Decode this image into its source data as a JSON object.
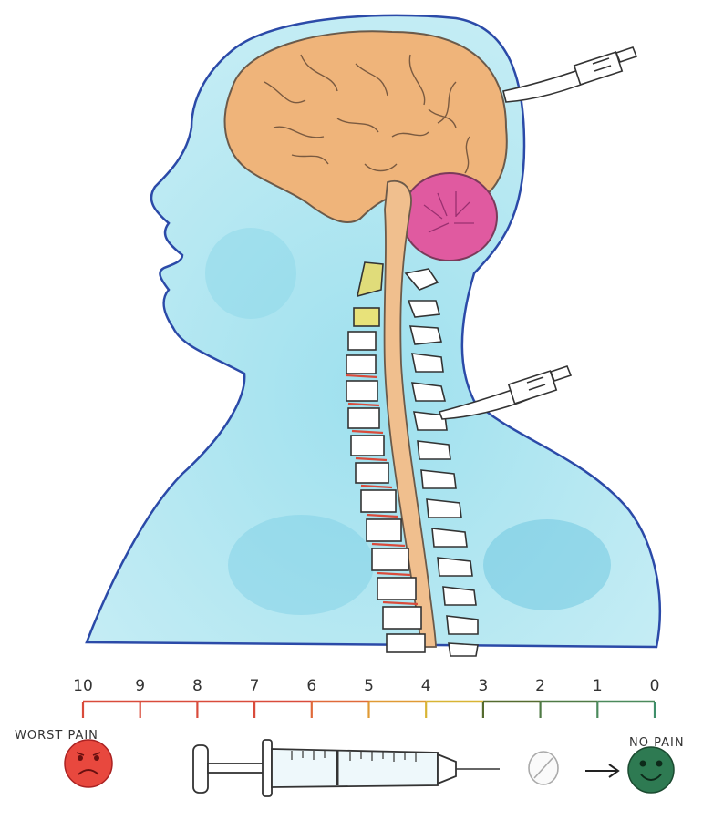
{
  "pain_scale": {
    "numbers": [
      "10",
      "9",
      "8",
      "7",
      "6",
      "5",
      "4",
      "3",
      "2",
      "1",
      "0"
    ],
    "left_label": "WORST PAIN",
    "right_label": "NO PAIN",
    "colors": [
      "#d94b3b",
      "#d94b3b",
      "#d94b3b",
      "#d94b3b",
      "#e06a3a",
      "#e09a34",
      "#d8b434",
      "#556b2f",
      "#4f7a45",
      "#4b8a5c",
      "#3f8f6a"
    ]
  },
  "icons": {
    "worst_face": "sad-face-icon",
    "syringe": "syringe-icon",
    "pill": "pill-icon",
    "arrow": "arrow-right-icon",
    "best_face": "happy-face-icon",
    "scalpels": "scalpel-icon"
  }
}
